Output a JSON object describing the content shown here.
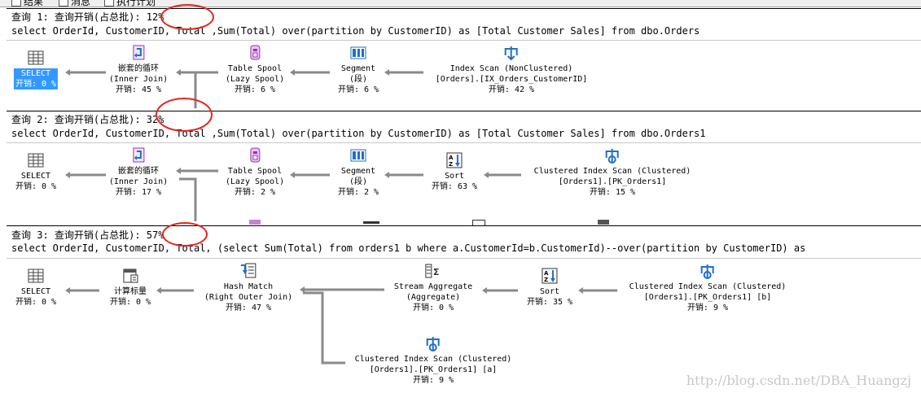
{
  "tabs": [
    {
      "label": "结果",
      "icon": "grid-icon"
    },
    {
      "label": "消息",
      "icon": "message-icon"
    },
    {
      "label": "执行计划",
      "icon": "plan-icon"
    }
  ],
  "queries": [
    {
      "header": "查询 1: 查询开销(占总批): 12%",
      "sql": "select OrderId, CustomerID, Total ,Sum(Total) over(partition by CustomerID) as [Total Customer Sales] from dbo.Orders",
      "nodes": [
        {
          "id": "q1-select",
          "lines": [
            "SELECT",
            "开销: 0 %"
          ],
          "icon": "select-icon",
          "selected": true
        },
        {
          "id": "q1-nested",
          "lines": [
            "嵌套的循环",
            "(Inner Join)",
            "开销: 45 %"
          ],
          "icon": "nested-loops-icon"
        },
        {
          "id": "q1-spool",
          "lines": [
            "Table Spool",
            "(Lazy Spool)",
            "开销: 6 %"
          ],
          "icon": "table-spool-icon"
        },
        {
          "id": "q1-segment",
          "lines": [
            "Segment",
            "(段)",
            "开销: 6 %"
          ],
          "icon": "segment-icon"
        },
        {
          "id": "q1-scan",
          "lines": [
            "Index Scan (NonClustered)",
            "[Orders].[IX_Orders_CustomerID]",
            "开销: 42 %"
          ],
          "icon": "index-scan-icon"
        }
      ]
    },
    {
      "header": "查询 2: 查询开销(占总批): 32%",
      "sql": "select OrderId, CustomerID, Total ,Sum(Total) over(partition by CustomerID) as [Total Customer Sales] from dbo.Orders1",
      "nodes": [
        {
          "id": "q2-select",
          "lines": [
            "SELECT",
            "开销: 0 %"
          ],
          "icon": "select-icon"
        },
        {
          "id": "q2-nested",
          "lines": [
            "嵌套的循环",
            "(Inner Join)",
            "开销: 17 %"
          ],
          "icon": "nested-loops-icon"
        },
        {
          "id": "q2-spool",
          "lines": [
            "Table Spool",
            "(Lazy Spool)",
            "开销: 2 %"
          ],
          "icon": "table-spool-icon"
        },
        {
          "id": "q2-segment",
          "lines": [
            "Segment",
            "(段)",
            "开销: 2 %"
          ],
          "icon": "segment-icon"
        },
        {
          "id": "q2-sort",
          "lines": [
            "Sort",
            "开销: 63 %"
          ],
          "icon": "sort-icon"
        },
        {
          "id": "q2-scan",
          "lines": [
            "Clustered Index Scan (Clustered)",
            "[Orders1].[PK_Orders1]",
            "开销: 15 %"
          ],
          "icon": "clustered-index-scan-icon"
        }
      ]
    },
    {
      "header": "查询 3: 查询开销(占总批): 57%",
      "sql": "select OrderId, CustomerID, Total, (select Sum(Total) from orders1 b where a.CustomerId=b.CustomerId)--over(partition by CustomerID) as",
      "nodes": [
        {
          "id": "q3-select",
          "lines": [
            "SELECT",
            "开销: 0 %"
          ],
          "icon": "select-icon"
        },
        {
          "id": "q3-compute",
          "lines": [
            "计算标量",
            "开销: 0 %"
          ],
          "icon": "compute-scalar-icon"
        },
        {
          "id": "q3-hash",
          "lines": [
            "Hash Match",
            "(Right Outer Join)",
            "开销: 47 %"
          ],
          "icon": "hash-match-icon"
        },
        {
          "id": "q3-stream",
          "lines": [
            "Stream Aggregate",
            "(Aggregate)",
            "开销: 0 %"
          ],
          "icon": "stream-aggregate-icon"
        },
        {
          "id": "q3-sort",
          "lines": [
            "Sort",
            "开销: 35 %"
          ],
          "icon": "sort-icon"
        },
        {
          "id": "q3-scan-b",
          "lines": [
            "Clustered Index Scan (Clustered)",
            "[Orders1].[PK_Orders1] [b]",
            "开销: 9 %"
          ],
          "icon": "clustered-index-scan-icon"
        },
        {
          "id": "q3-scan-a",
          "lines": [
            "Clustered Index Scan (Clustered)",
            "[Orders1].[PK_Orders1] [a]",
            "开销: 9 %"
          ],
          "icon": "clustered-index-scan-icon"
        }
      ]
    }
  ],
  "watermark": "http://blog.csdn.net/DBA_Huangzj",
  "colors": {
    "selection": "#3399ff",
    "annotation": "#e3241c",
    "icon_blue": "#1f6fc4",
    "icon_purple": "#9b30b8"
  }
}
